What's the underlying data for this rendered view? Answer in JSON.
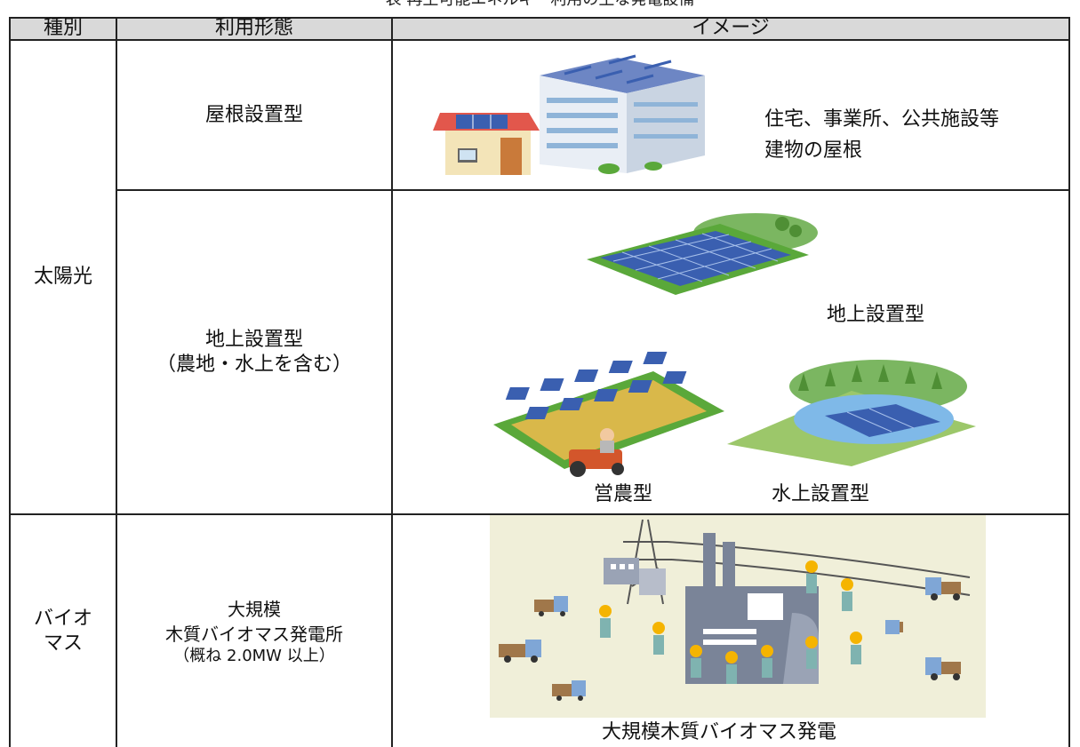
{
  "caption": "表 再生可能エネルギー利用の主な発電設備",
  "header": {
    "col1": "種別",
    "col2": "利用形態",
    "col3": "イメージ"
  },
  "rows": {
    "solar": {
      "type": "太陽光",
      "roof": {
        "usage": "屋根設置型",
        "desc_line1": "住宅、事業所、公共施設等",
        "desc_line2": "建物の屋根"
      },
      "ground": {
        "usage_line1": "地上設置型",
        "usage_line2": "（農地・水上を含む）",
        "label_ground": "地上設置型",
        "label_farm": "営農型",
        "label_water": "水上設置型"
      }
    },
    "biomass": {
      "type_line1": "バイオ",
      "type_line2": "マス",
      "usage_line1": "大規模",
      "usage_line2": "木質バイオマス発電所",
      "usage_line3": "（概ね 2.0MW 以上）",
      "image_caption": "大規模木質バイオマス発電"
    }
  },
  "colors": {
    "header_bg": "#d9d9d9",
    "panel": "#3a5fb0",
    "grass": "#5aa83a",
    "biomass_bg": "#f0efd9"
  }
}
